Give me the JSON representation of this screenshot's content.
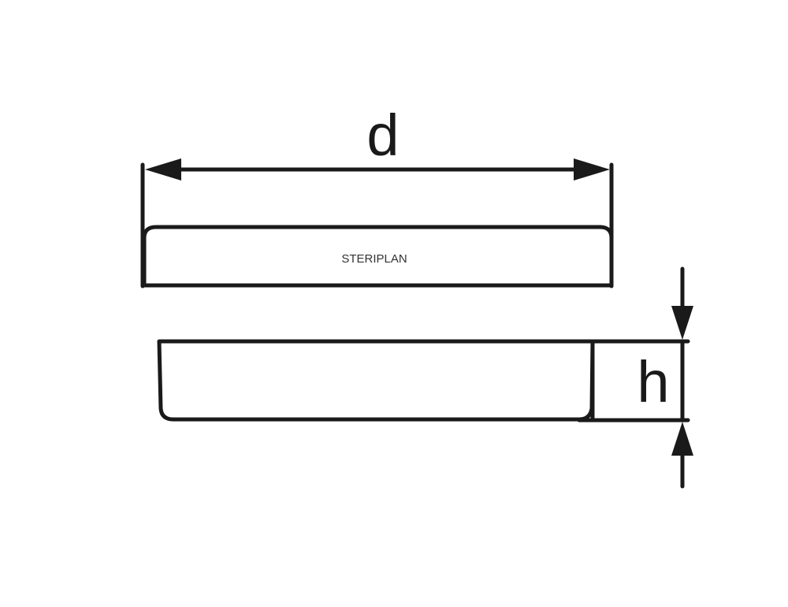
{
  "diagram": {
    "diameter_label": "d",
    "height_label": "h",
    "lid_text": "STERIPLAN",
    "line_color": "#1a1a1a"
  }
}
